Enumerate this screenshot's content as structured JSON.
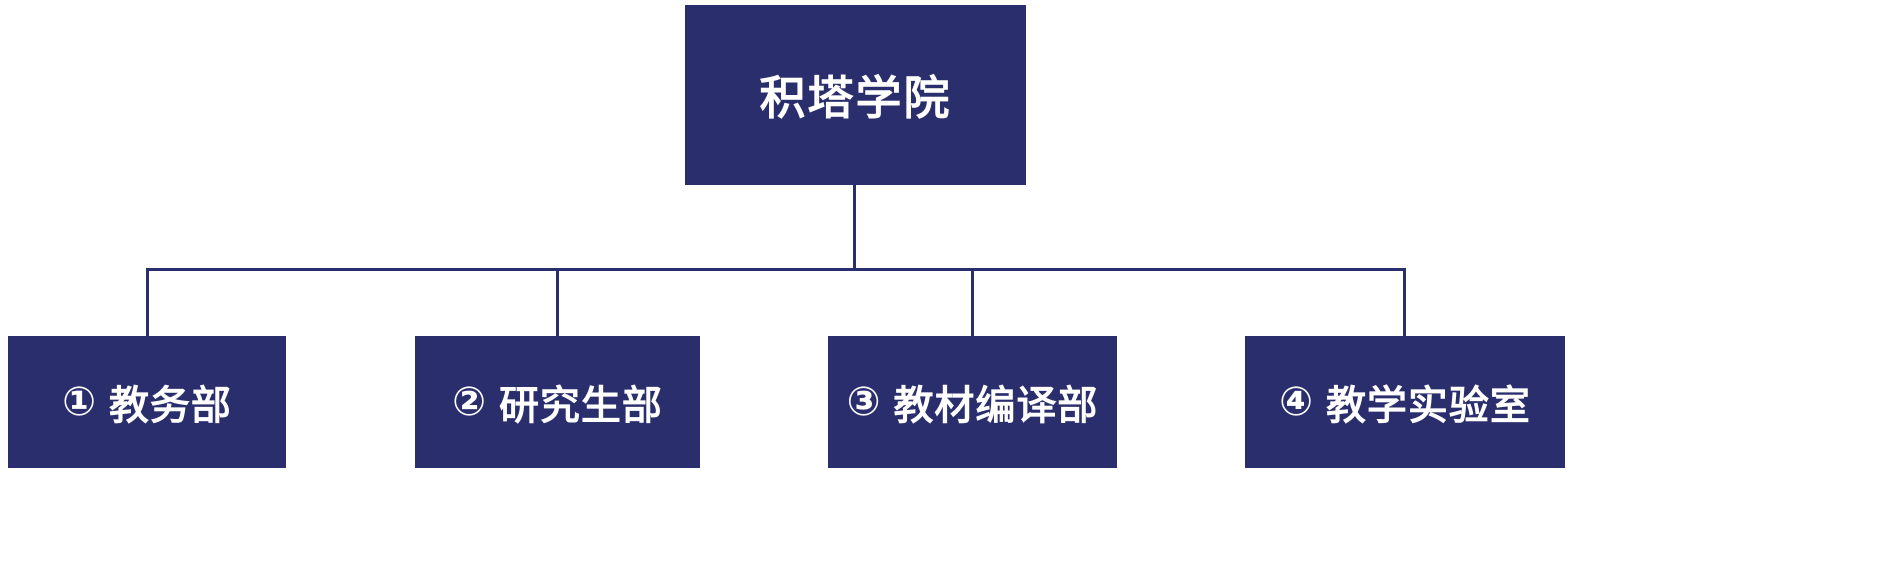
{
  "diagram": {
    "type": "org-chart",
    "root": {
      "label": "积塔学院"
    },
    "children": [
      {
        "number": "①",
        "name": "教务部",
        "label": "① 教务部"
      },
      {
        "number": "②",
        "name": "研究生部",
        "label": "② 研究生部"
      },
      {
        "number": "③",
        "name": "教材编译部",
        "label": "③ 教材编译部"
      },
      {
        "number": "④",
        "name": "教学实验室",
        "label": "④ 教学实验室"
      }
    ]
  },
  "colors": {
    "box_fill": "#2B2E6D",
    "connector": "#2B2E6D",
    "text": "#FFFFFF",
    "background": "#FFFFFF"
  }
}
